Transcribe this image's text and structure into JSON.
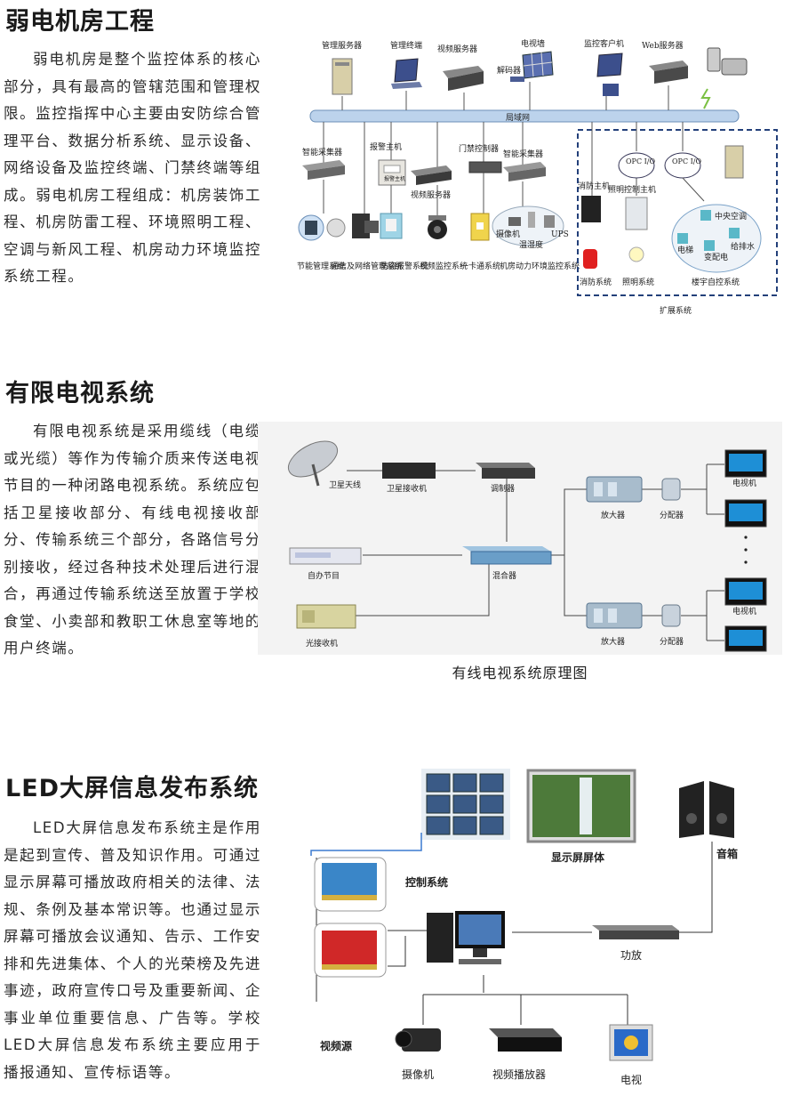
{
  "sections": [
    {
      "title": "弱电机房工程",
      "text": "弱电机房是整个监控体系的核心部分，具有最高的管辖范围和管理权限。监控指挥中心主要由安防综合管理平台、数据分析系统、显示设备、网络设备及监控终端、门禁终端等组成。弱电机房工程组成：机房装饰工程、机房防雷工程、环境照明工程、空调与新风工程、机房动力环境监控系统工程。"
    },
    {
      "title": "有限电视系统",
      "text": "有限电视系统是采用缆线（电缆或光缆）等作为传输介质来传送电视节目的一种闭路电视系统。系统应包括卫星接收部分、有线电视接收部分、传输系统三个部分，各路信号分别接收，经过各种技术处理后进行混合，再通过传输系统送至放置于学校食堂、小卖部和教职工休息室等地的用户终端。"
    },
    {
      "title": "LED大屏信息发布系统",
      "text": "LED大屏信息发布系统主是作用是起到宣传、普及知识作用。可通过显示屏幕可播放政府相关的法律、法规、条例及基本常识等。也通过显示屏幕可播放会议通知、告示、工作安排和先进集体、个人的光荣榜及先进事迹，政府宣传口号及重要新闻、企事业单位重要信息、广告等。学校LED大屏信息发布系统主要应用于播报通知、宣传标语等。"
    }
  ],
  "diagram1": {
    "top": [
      "管理服务器",
      "管理终端",
      "视频服务器",
      "电视墙",
      "监控客户机",
      "Web服务器"
    ],
    "decoder": "解码器",
    "lan": "局域网",
    "mid": [
      "智能采集器",
      "报警主机",
      "门禁控制器",
      "视频服务器",
      "智能采集器"
    ],
    "alarm_box": "报警主机",
    "env_devices": [
      "摄像机",
      "温湿度",
      "UPS"
    ],
    "bottom": [
      "节能管理系统",
      "通信及网络管理系统",
      "防盗报警系统",
      "视频监控系统",
      "一卡通系统",
      "机房动力环境监控系统"
    ],
    "ext": {
      "fire_host": "消防主机",
      "light_host": "照明控制主机",
      "opc1": "OPC I/O",
      "opc2": "OPC I/O",
      "hvac": "中央空调",
      "elevator": "电梯",
      "power": "变配电",
      "water": "给排水",
      "fire_sys": "消防系统",
      "light_sys": "照明系统",
      "bas": "楼宇自控系统",
      "label": "扩展系统"
    }
  },
  "diagram2": {
    "satellite": "卫星天线",
    "receiver": "卫星接收机",
    "modulator": "调制器",
    "local": "自办节目",
    "mixer": "混合器",
    "optical": "光接收机",
    "amp1": "放大器",
    "amp2": "放大器",
    "split1": "分配器",
    "split2": "分配器",
    "tv1": "电视机",
    "tv2": "电视机",
    "caption": "有线电视系统原理图"
  },
  "diagram3": {
    "screen": "显示屏屏体",
    "control": "控制系统",
    "speaker": "音箱",
    "amp": "功放",
    "source": "视频源",
    "camera": "摄像机",
    "player": "视频播放器",
    "tv": "电视"
  }
}
